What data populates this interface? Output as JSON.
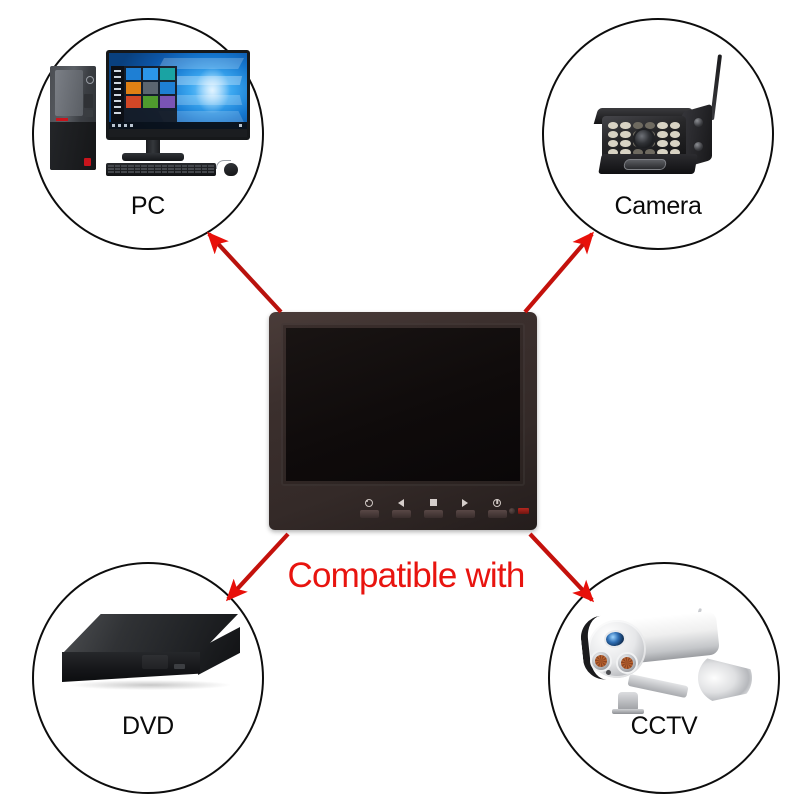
{
  "page": {
    "background_color": "#ffffff",
    "caption": "Compatible with",
    "caption_color": "#e8140f"
  },
  "center_device": {
    "name": "monitor",
    "bezel_color": "#3b2f2d",
    "screen_color": "#0f0b0b",
    "buttons": [
      {
        "name": "menu-button",
        "icon": "ring-icon"
      },
      {
        "name": "left-button",
        "icon": "triangle-left-icon"
      },
      {
        "name": "select-button",
        "icon": "square-icon"
      },
      {
        "name": "right-button",
        "icon": "triangle-right-icon"
      },
      {
        "name": "power-button",
        "icon": "power-icon"
      }
    ],
    "indicators": [
      {
        "name": "ir-receiver",
        "color": "#2b2220"
      },
      {
        "name": "power-led",
        "color": "#b4271f"
      }
    ]
  },
  "bubbles": [
    {
      "id": "pc",
      "label": "PC",
      "position": "top-left",
      "icon": "desktop-computer-icon",
      "border_color": "#0d0d0d"
    },
    {
      "id": "camera",
      "label": "Camera",
      "position": "top-right",
      "icon": "vehicle-ir-camera-icon",
      "border_color": "#0d0d0d"
    },
    {
      "id": "dvd",
      "label": "DVD",
      "position": "bottom-left",
      "icon": "dvd-player-icon",
      "border_color": "#0d0d0d"
    },
    {
      "id": "cctv",
      "label": "CCTV",
      "position": "bottom-right",
      "icon": "bullet-cctv-camera-icon",
      "border_color": "#0d0d0d"
    }
  ],
  "arrows": [
    {
      "name": "arrow-to-pc",
      "direction": "up-left",
      "color": "#c4110c"
    },
    {
      "name": "arrow-to-camera",
      "direction": "up-right",
      "color": "#c4110c"
    },
    {
      "name": "arrow-to-dvd",
      "direction": "down-left",
      "color": "#c4110c"
    },
    {
      "name": "arrow-to-cctv",
      "direction": "down-right",
      "color": "#c4110c"
    }
  ]
}
